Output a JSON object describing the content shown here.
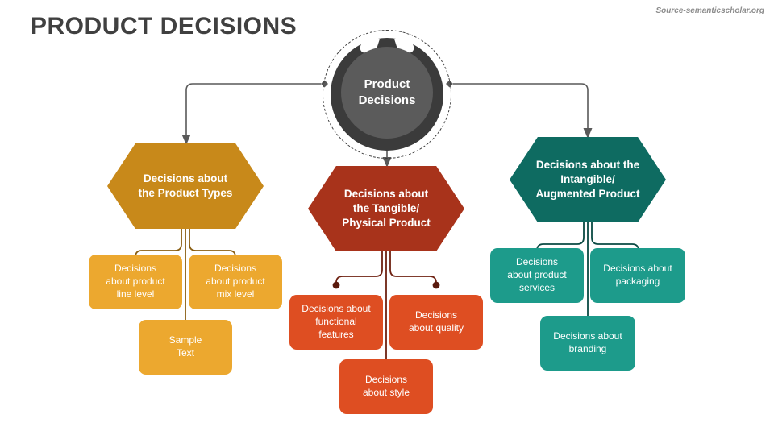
{
  "page": {
    "title": "PRODUCT DECISIONS",
    "source": "Source-semanticscholar.org",
    "background": "#ffffff",
    "title_color": "#404040",
    "source_color": "#8c8c8c"
  },
  "hub": {
    "label": "Product\nDecisions",
    "outer_ring_color": "#3b3b3b",
    "inner_circle_color": "#5b5b5b",
    "dashed_border_color": "#3d3d3d",
    "text_color": "#ffffff"
  },
  "connectors": {
    "hub_line_color": "#595959",
    "marker": "diamond",
    "arrowhead": "triangle"
  },
  "branches": [
    {
      "id": "product-types",
      "hex_label": "Decisions about\nthe Product Types",
      "hex_color": "#C8891A",
      "leaf_color": "#ECA82F",
      "line_color": "#8a5e12",
      "leaves": [
        {
          "label": "Decisions\nabout product\nline level"
        },
        {
          "label": "Decisions\nabout product\nmix level"
        },
        {
          "label": "Sample\nText"
        }
      ]
    },
    {
      "id": "tangible-physical-product",
      "hex_label": "Decisions about\nthe Tangible/\nPhysical Product",
      "hex_color": "#A8331B",
      "leaf_color": "#DE4E22",
      "line_color": "#6e2111",
      "leaves": [
        {
          "label": "Decisions about\nfunctional\nfeatures"
        },
        {
          "label": "Decisions\nabout quality"
        },
        {
          "label": "Decisions\nabout style"
        }
      ]
    },
    {
      "id": "intangible-augmented-product",
      "hex_label": "Decisions about the\nIntangible/\nAugmented Product",
      "hex_color": "#0E6B61",
      "leaf_color": "#1D9B8B",
      "line_color": "#0a4a43",
      "leaves": [
        {
          "label": "Decisions\nabout product\nservices"
        },
        {
          "label": "Decisions about\npackaging"
        },
        {
          "label": "Decisions about\nbranding"
        }
      ]
    }
  ]
}
